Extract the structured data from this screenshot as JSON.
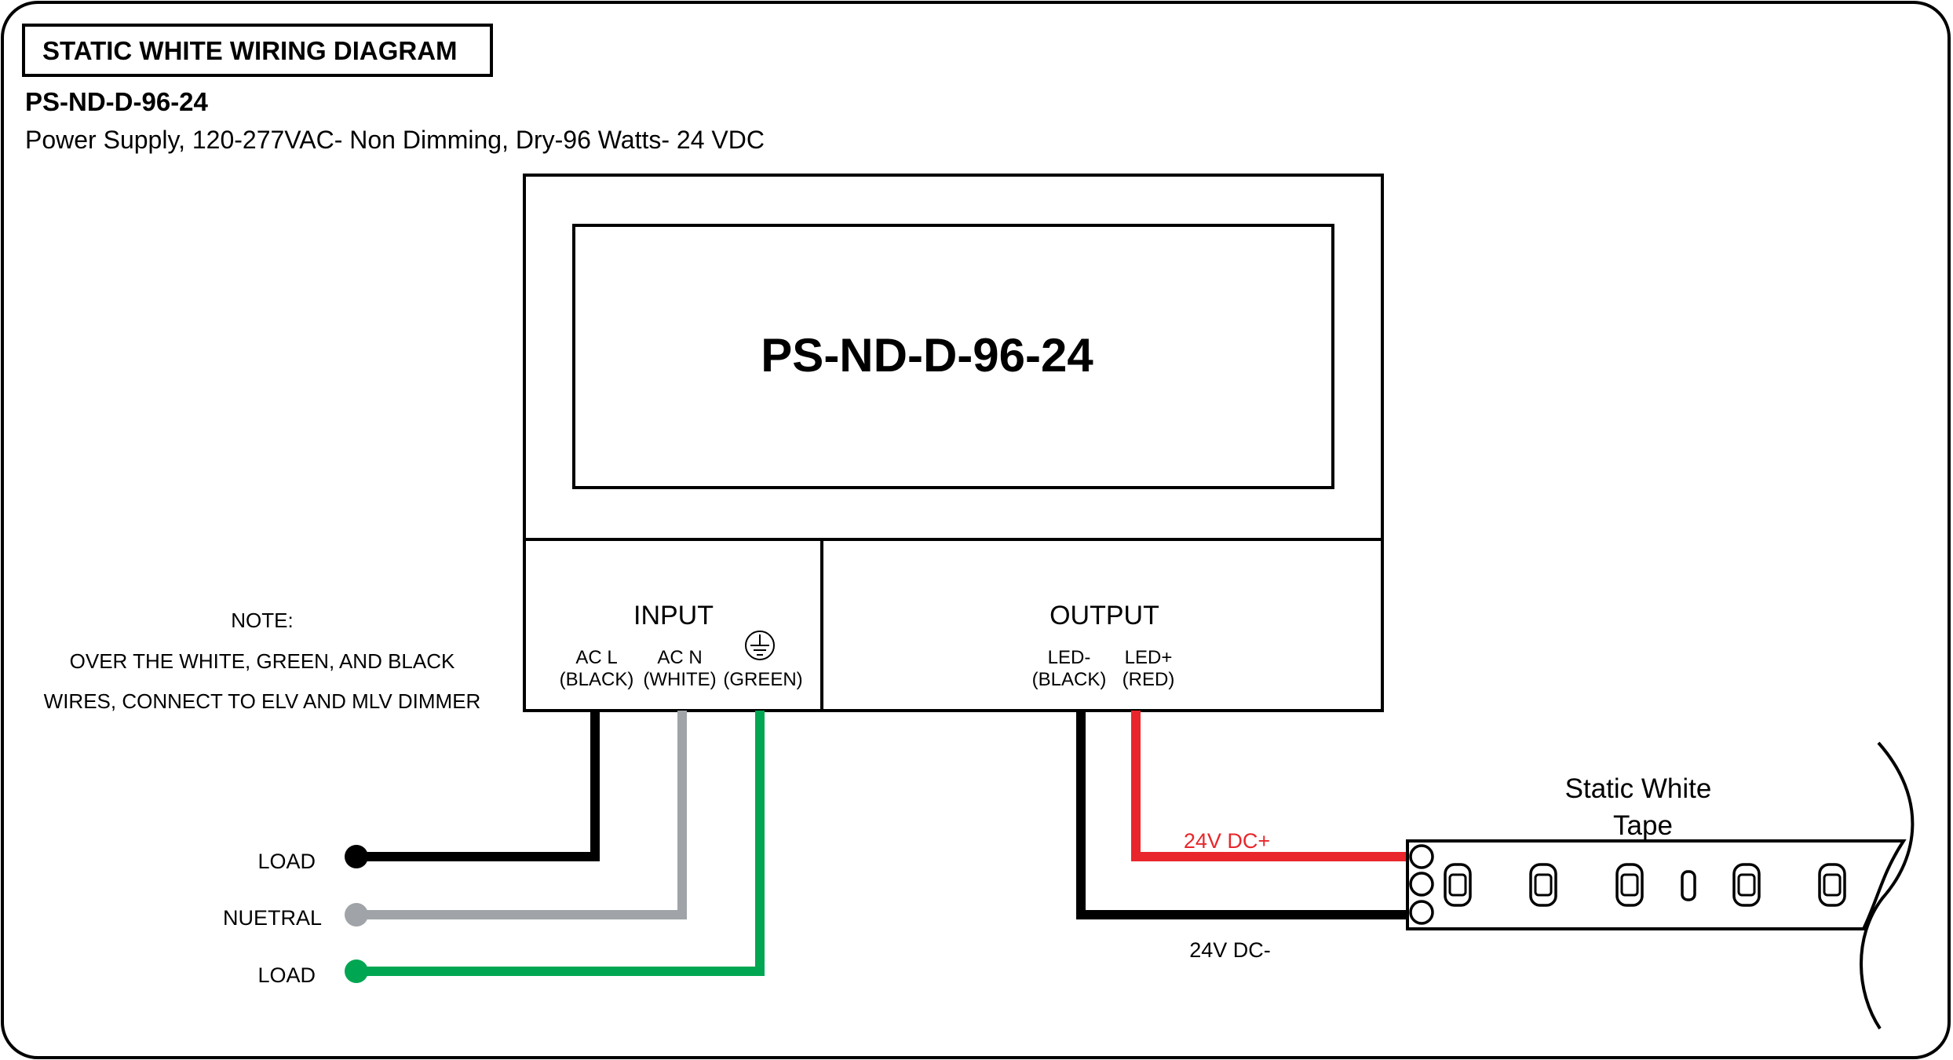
{
  "header": {
    "title": "STATIC WHITE WIRING DIAGRAM",
    "model": "PS-ND-D-96-24",
    "description": "Power Supply, 120-277VAC- Non Dimming, Dry-96 Watts- 24 VDC"
  },
  "power_supply": {
    "label": "PS-ND-D-96-24",
    "input": {
      "heading": "INPUT",
      "terminals": [
        {
          "name": "AC L",
          "color_label": "(BLACK)"
        },
        {
          "name": "AC N",
          "color_label": "(WHITE)"
        },
        {
          "name": "",
          "color_label": "(GREEN)",
          "icon": "ground-icon"
        }
      ]
    },
    "output": {
      "heading": "OUTPUT",
      "terminals": [
        {
          "name": "LED-",
          "color_label": "(BLACK)"
        },
        {
          "name": "LED+",
          "color_label": "(RED)"
        }
      ]
    }
  },
  "note": {
    "heading": "NOTE:",
    "line1": "OVER THE WHITE, GREEN, AND BLACK",
    "line2": "WIRES, CONNECT TO ELV AND MLV DIMMER"
  },
  "wires": {
    "left_labels": [
      "LOAD",
      "NUETRAL",
      "LOAD"
    ],
    "dc_plus": "24V DC+",
    "dc_minus": "24V DC-"
  },
  "tape": {
    "label_line1": "Static White",
    "label_line2": "Tape"
  },
  "colors": {
    "black_wire": "#000000",
    "white_wire": "#a0a4a8",
    "green_wire": "#00a651",
    "red_wire": "#e8262b",
    "dc_plus_text": "#e8262b"
  }
}
